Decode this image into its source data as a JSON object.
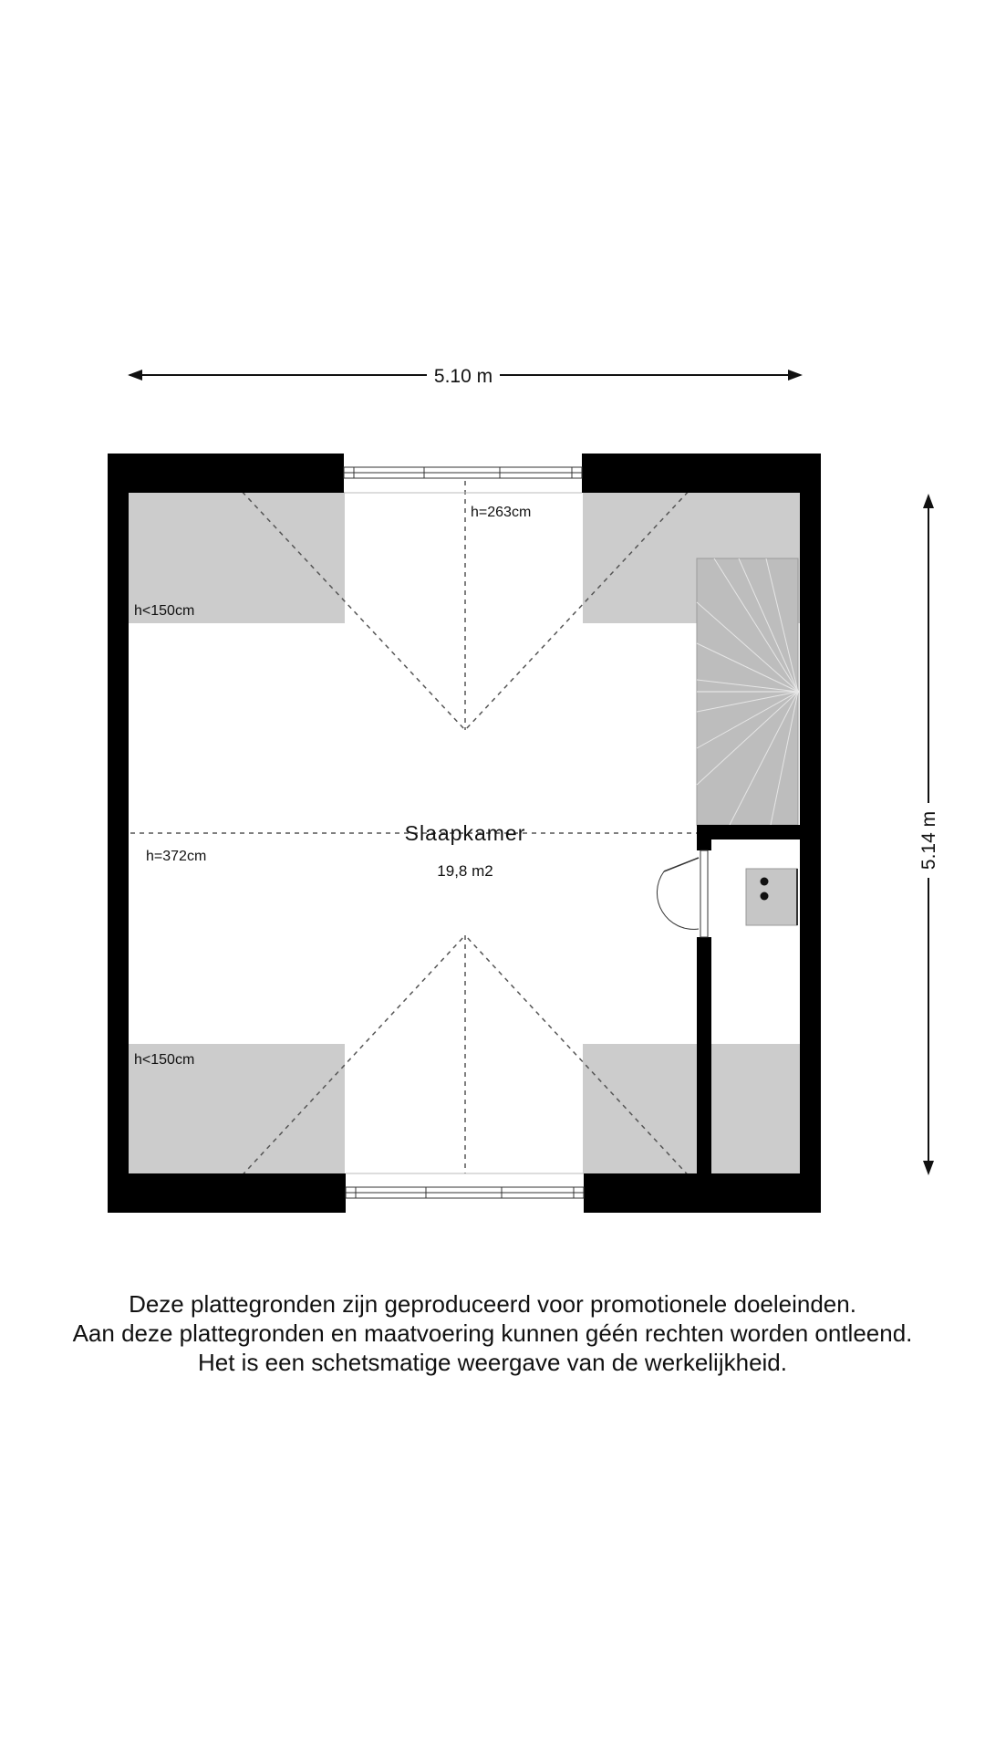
{
  "dimensions": {
    "width_label": "5.10 m",
    "height_label": "5.14 m"
  },
  "room": {
    "name": "Slaapkamer",
    "area": "19,8 m2"
  },
  "height_labels": {
    "ridge": "h=263cm",
    "low_top_left": "h<150cm",
    "mid_left": "h=372cm",
    "low_bottom_left": "h<150cm"
  },
  "disclaimer": {
    "line1": "Deze plattegronden zijn geproduceerd voor promotionele doeleinden.",
    "line2": "Aan deze plattegronden en maatvoering kunnen géén rechten worden ontleend.",
    "line3": "Het is een schetsmatige weergave van de werkelijkheid."
  },
  "colors": {
    "wall": "#000000",
    "low_ceiling_zone": "#cccccc",
    "stair": "#bdbdbd",
    "appliance": "#c6c6c6"
  }
}
